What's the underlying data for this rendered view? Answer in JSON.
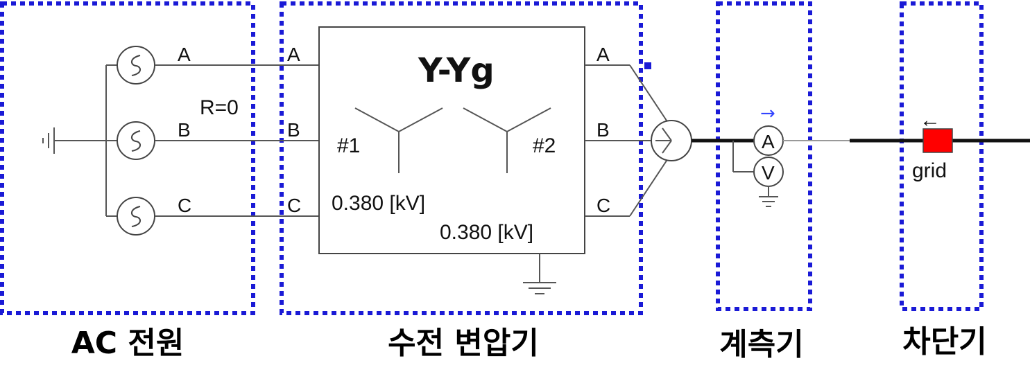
{
  "sections": {
    "ac_source": "AC 전원",
    "transformer": "수전 변압기",
    "meter": "계측기",
    "breaker": "차단기"
  },
  "source": {
    "phase_a": "A",
    "phase_b": "B",
    "phase_c": "C",
    "resistance": "R=0"
  },
  "transformer": {
    "type": "Y-Yg",
    "in_a": "A",
    "in_b": "B",
    "in_c": "C",
    "out_a": "A",
    "out_b": "B",
    "out_c": "C",
    "winding1": "#1",
    "winding2": "#2",
    "v1": "0.380 [kV]",
    "v2": "0.380 [kV]"
  },
  "meter": {
    "ammeter": "A",
    "voltmeter": "V"
  },
  "breaker": {
    "label": "grid",
    "arrow": "←"
  },
  "colors": {
    "frame": "#1a1ad6",
    "breaker": "#ff0000",
    "meter_arrow": "#3344ff"
  }
}
